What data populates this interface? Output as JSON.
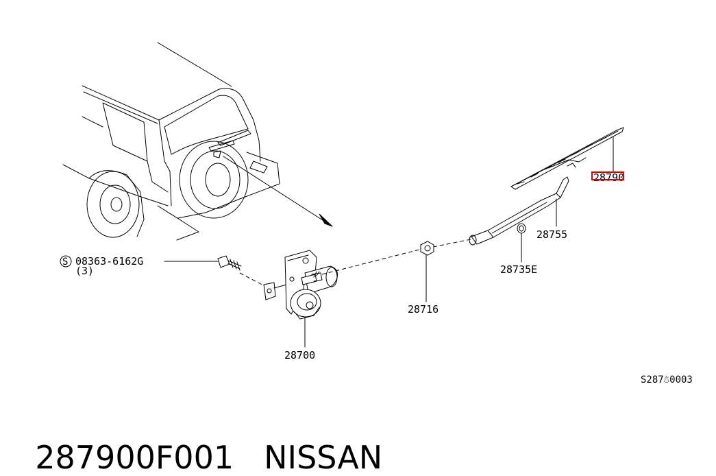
{
  "parts": {
    "bolt_ref": "08363-6162G",
    "bolt_qty": "(3)",
    "bolt_prefix": "S",
    "motor": "28700",
    "pivot_nut": "28716",
    "cap": "28735E",
    "arm": "28755",
    "blade": "28790"
  },
  "diagram_code": "S287☃0003",
  "title": {
    "part_number": "287900F001",
    "brand": "NISSAN"
  },
  "highlight_color": "#e00000"
}
